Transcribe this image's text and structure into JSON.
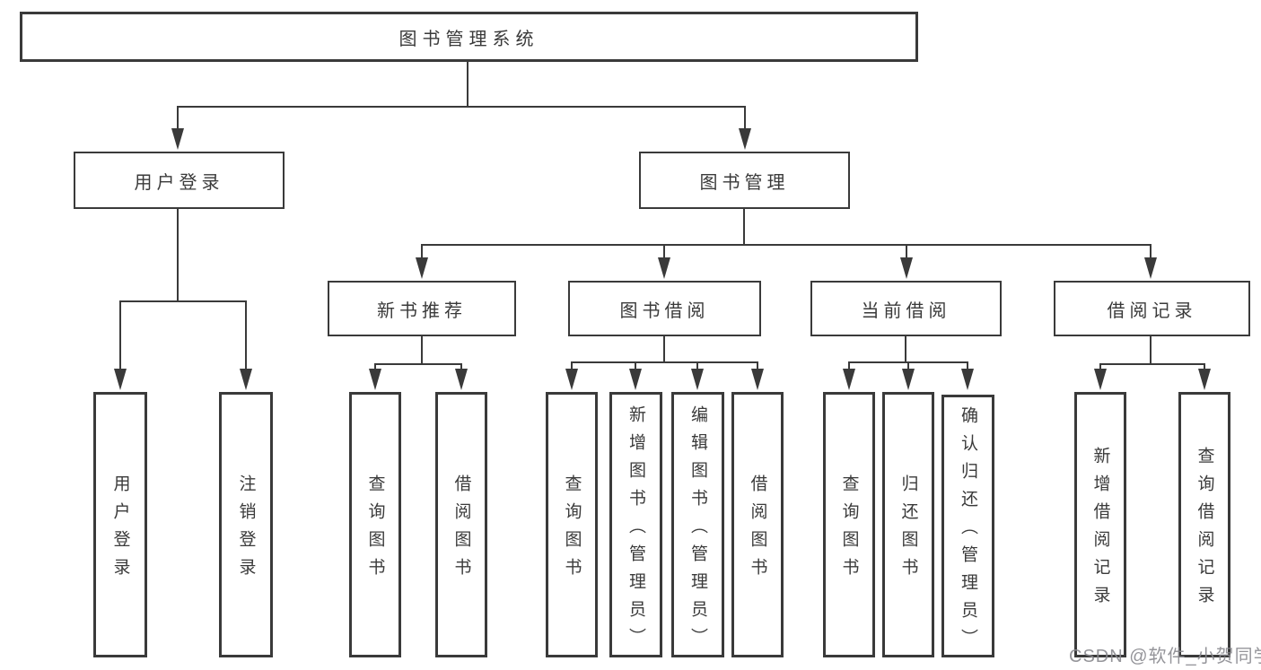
{
  "diagram": {
    "root": {
      "label": "图书管理系统"
    },
    "branches": [
      {
        "label": "用户登录",
        "leaves": [
          "用户登录",
          "注销登录"
        ]
      },
      {
        "label": "图书管理",
        "sections": [
          {
            "label": "新书推荐",
            "leaves": [
              "查询图书",
              "借阅图书"
            ]
          },
          {
            "label": "图书借阅",
            "leaves": [
              "查询图书",
              "新增图书（管理员）",
              "编辑图书（管理员）",
              "借阅图书"
            ]
          },
          {
            "label": "当前借阅",
            "leaves": [
              "查询图书",
              "归还图书",
              "确认归还（管理员）"
            ]
          },
          {
            "label": "借阅记录",
            "leaves": [
              "新增借阅记录",
              "查询借阅记录"
            ]
          }
        ]
      }
    ]
  },
  "watermark": {
    "text": "CSDN @软件_小贺同学"
  },
  "colors": {
    "background": "#ffffff",
    "line": "#3a3a3a",
    "text": "#3a3a3a",
    "watermark": "#8a8a8f"
  }
}
